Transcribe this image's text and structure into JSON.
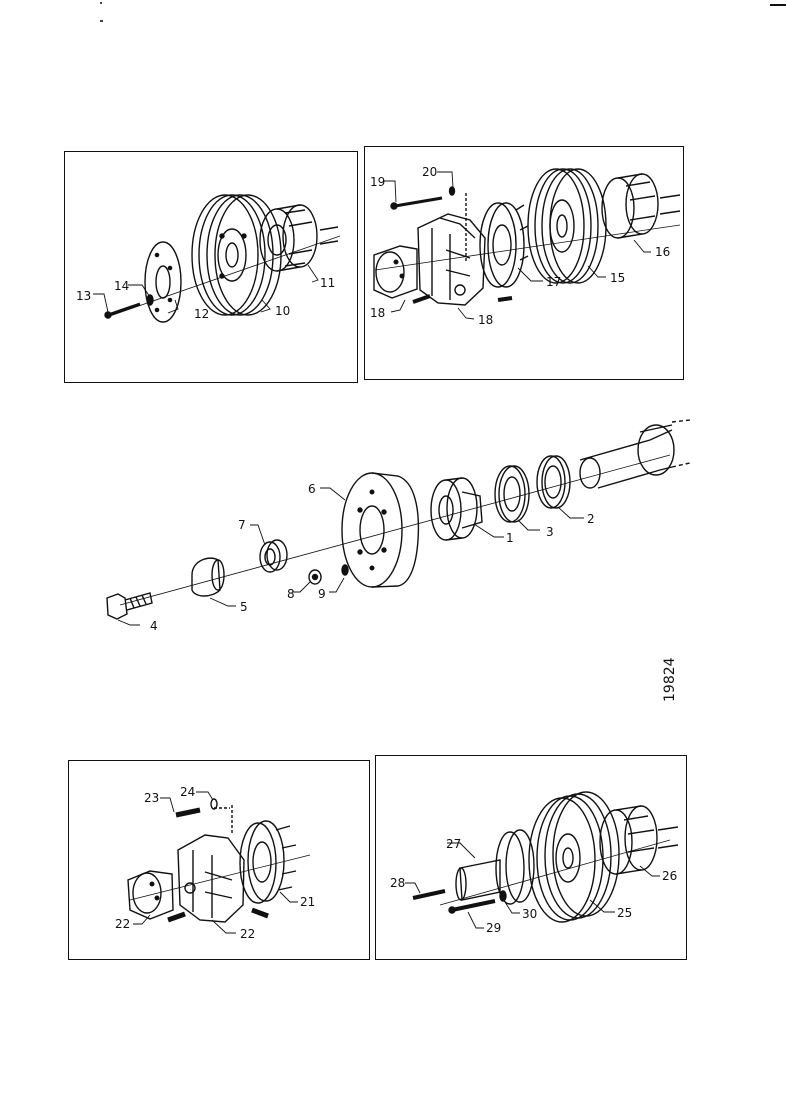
{
  "figure_number": "19824",
  "panels": {
    "top_left": {
      "labels": [
        "13",
        "14",
        "12",
        "10",
        "11"
      ]
    },
    "top_right": {
      "labels": [
        "19",
        "20",
        "18",
        "18",
        "17",
        "15",
        "16"
      ]
    },
    "main": {
      "labels": [
        "1",
        "2",
        "3",
        "4",
        "5",
        "6",
        "7",
        "8",
        "9"
      ]
    },
    "bottom_left": {
      "labels": [
        "23",
        "24",
        "22",
        "22",
        "21"
      ]
    },
    "bottom_right": {
      "labels": [
        "27",
        "28",
        "29",
        "30",
        "25",
        "26"
      ]
    }
  }
}
